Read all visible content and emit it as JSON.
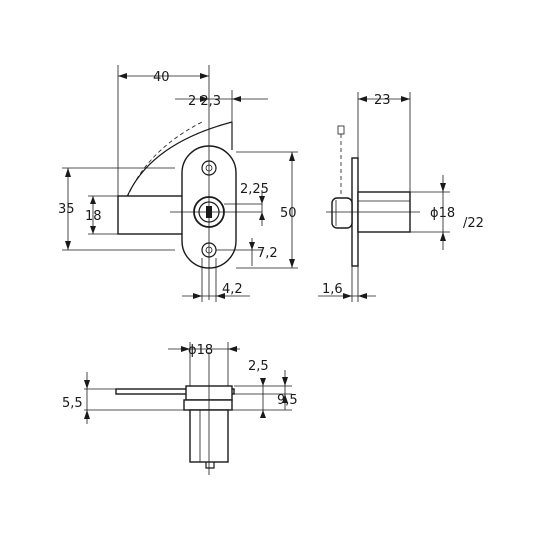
{
  "front_view": {
    "dim_40": "40",
    "dim_22_3": "2 2,3",
    "dim_35": "35",
    "dim_18": "18",
    "dim_50": "50",
    "dim_2_25": "2,25",
    "dim_7_2": "7,2",
    "dim_4_2": "4,2"
  },
  "side_view": {
    "dim_23": "23",
    "dim_diameter": "ϕ18",
    "dim_diameter_alt": "/22",
    "dim_1_6": "1,6"
  },
  "top_view": {
    "dim_diameter": "ϕ18",
    "dim_2_5": "2,5",
    "dim_5_5": "5,5",
    "dim_9_5": "9,5"
  }
}
